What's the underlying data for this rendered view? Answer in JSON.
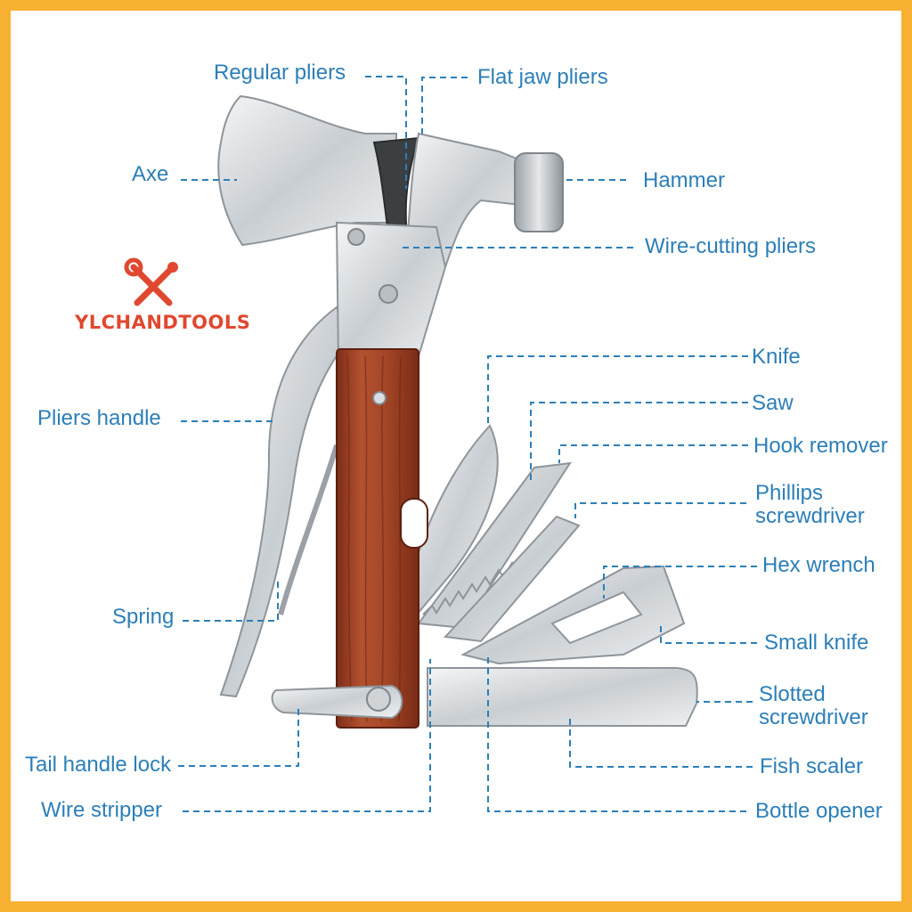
{
  "brand": {
    "logo_text": "YLCHANDTOOLS",
    "logo_color": "#e0482f"
  },
  "colors": {
    "frame": "#f7b233",
    "label": "#2c7fb8",
    "leader": "#2c7fb8",
    "wood": "#a8452a",
    "steel": "#d9dde0"
  },
  "labels": {
    "regular_pliers": "Regular pliers",
    "flat_jaw_pliers": "Flat jaw pliers",
    "axe": "Axe",
    "hammer": "Hammer",
    "wire_cutting_pliers": "Wire-cutting pliers",
    "knife": "Knife",
    "saw": "Saw",
    "hook_remover": "Hook remover",
    "phillips_screwdriver": "Phillips\nscrewdriver",
    "pliers_handle": "Pliers handle",
    "hex_wrench": "Hex wrench",
    "spring": "Spring",
    "small_knife": "Small knife",
    "slotted_screwdriver": "Slotted\nscrewdriver",
    "tail_handle_lock": "Tail handle lock",
    "fish_scaler": "Fish scaler",
    "wire_stripper": "Wire stripper",
    "bottle_opener": "Bottle opener"
  }
}
